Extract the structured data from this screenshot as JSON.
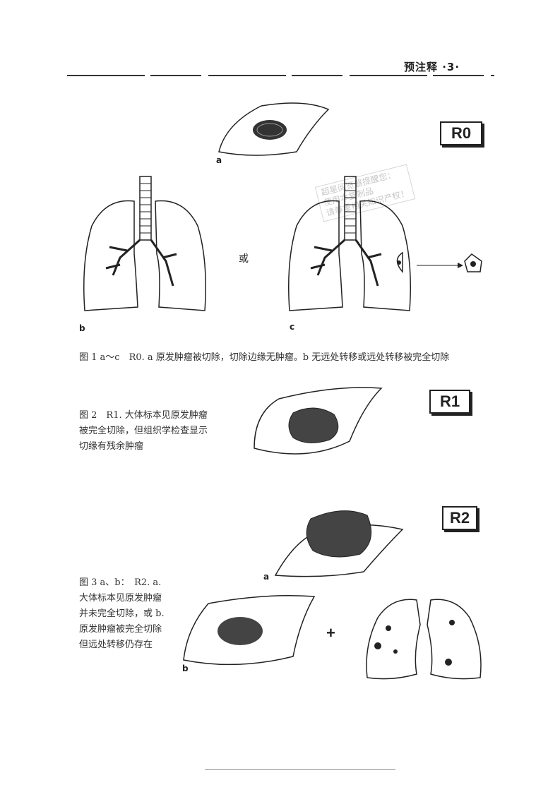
{
  "header": {
    "title": "预注释 ·3·"
  },
  "figures": {
    "r0": {
      "badge": "R0",
      "label_a": "a",
      "label_b": "b",
      "label_c": "c",
      "or_text": "或"
    },
    "r1": {
      "badge": "R1"
    },
    "r2": {
      "badge": "R2",
      "label_a": "a",
      "label_b": "b",
      "plus": "+"
    }
  },
  "captions": {
    "fig1": "图 1 a～c　R0. a 原发肿瘤被切除，切除边缘无肿瘤。b 无远处转移或远处转移被完全切除",
    "fig2": "图 2　R1. 大体标本见原发肿瘤被完全切除，但组织学检查显示切缘有残余肿瘤",
    "fig3": "图 3 a、b：　R2. a. 大体标本见原发肿瘤并未完全切除，或 b. 原发肿瘤被完全切除但远处转移仍存在"
  },
  "watermark": {
    "line1": "超星阅览器提醒您：",
    "line2": "使用本复制品",
    "line3": "请尊重相关知识产权！"
  }
}
